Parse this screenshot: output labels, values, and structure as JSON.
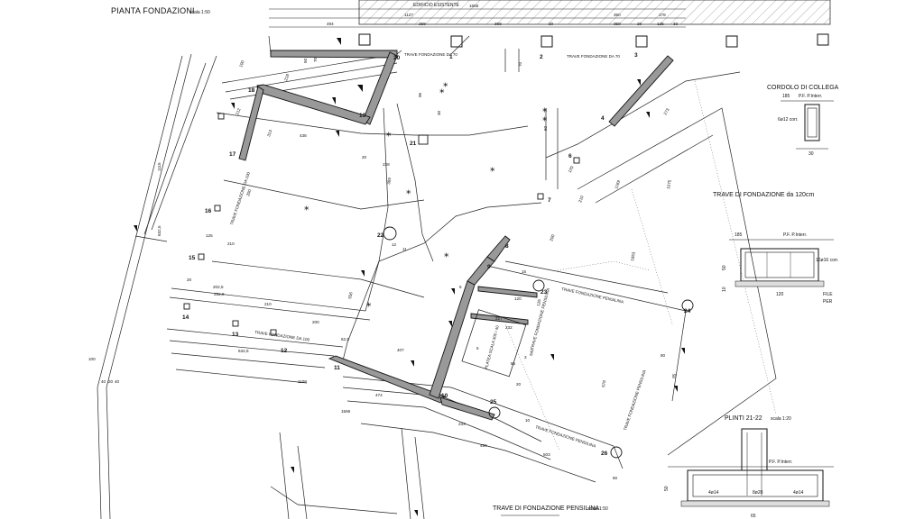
{
  "titles": {
    "main": "PIANTA FONDAZIONI",
    "main_scale": "scala 1:50",
    "cordolo": "CORDOLO DI COLLEGA",
    "trave120": "TRAVE DI FONDAZIONE da 120cm",
    "plinti": "PLINTI 21-22",
    "plinti_scale": "scala 1:20",
    "pensilina": "TRAVE DI FONDAZIONE PENSILINA",
    "pensilina_scale": "scala 1:50",
    "existing": "EDIFICIO ESISTENTE"
  },
  "beam_labels": {
    "trave70_a": "TRAVE FONDAZIONE DA 70",
    "trave70_b": "TRAVE FONDAZIONE DA 70",
    "trave100_a": "TRAVE FONDAZIONE DA 100",
    "trave100_b": "TRAVE FONDAZIONE DA 100",
    "pensilina_a": "TRAVE FONDAZIONE PENSILINA",
    "pensilina_b": "TRAVE FONDAZIONE PENSILINA",
    "pensilina_c": "TRAVE FONDAZIONE PENSILINA",
    "pensilina_d": "TRAVE FONDAZIONE PENSILINA",
    "platea": "PLATEA SCALA 300 / 40"
  },
  "section_notes": {
    "pf": "P.F. P.Interr.",
    "d185": "185",
    "d30": "30",
    "d50": "50",
    "d10": "10",
    "d120": "120",
    "d65": "65",
    "bars_cordolo": "6ø12 corr.",
    "bars_trave": "16ø16 corr.",
    "bars_pl_a": "4ø14",
    "bars_pl_b": "8ø20",
    "bars_pl_c": "4ø14",
    "side_a": "FILE",
    "side_b": "PER"
  },
  "top_dims": [
    "494",
    "1127",
    "258",
    "368",
    "1655",
    "350",
    "178",
    "20",
    "350",
    "20",
    "125",
    "33"
  ],
  "elements": [
    {
      "n": "1"
    },
    {
      "n": "2"
    },
    {
      "n": "3"
    },
    {
      "n": "4"
    },
    {
      "n": "5"
    },
    {
      "n": "6"
    },
    {
      "n": "7"
    },
    {
      "n": "8"
    },
    {
      "n": "9"
    },
    {
      "n": "10"
    },
    {
      "n": "11"
    },
    {
      "n": "12"
    },
    {
      "n": "13"
    },
    {
      "n": "14"
    },
    {
      "n": "15"
    },
    {
      "n": "16"
    },
    {
      "n": "17"
    },
    {
      "n": "18"
    },
    {
      "n": "19"
    },
    {
      "n": "20"
    },
    {
      "n": "21"
    },
    {
      "n": "22"
    },
    {
      "n": "23"
    },
    {
      "n": "24"
    },
    {
      "n": "25"
    },
    {
      "n": "26"
    }
  ],
  "dims": [
    "100",
    "40",
    "20",
    "40",
    "1115",
    "632,5",
    "125",
    "210",
    "20",
    "202,5",
    "252,5",
    "210",
    "200",
    "62,5",
    "632,5",
    "1108",
    "1566",
    "474",
    "407",
    "556",
    "389",
    "228",
    "438",
    "212",
    "200",
    "313",
    "218",
    "1075",
    "1653",
    "210",
    "200",
    "1169",
    "120",
    "50",
    "273",
    "120",
    "227",
    "232",
    "578",
    "543",
    "85",
    "233",
    "459",
    "503",
    "60",
    "80",
    "85",
    "100",
    "70",
    "50",
    "125",
    "12",
    "15",
    "20",
    "11",
    "6",
    "30",
    "3",
    "5",
    "95",
    "70",
    "20",
    "10"
  ]
}
